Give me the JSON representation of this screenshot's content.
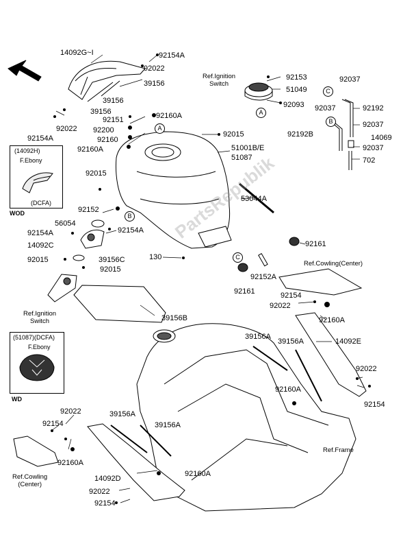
{
  "diagram": {
    "labels": {
      "l14092GI": "14092G~I",
      "l92154A_top": "92154A",
      "l92022_top": "92022",
      "l39156_a": "39156",
      "l39156_b": "39156",
      "l39156_c": "39156",
      "l92151": "92151",
      "l92200": "92200",
      "l92160_mid": "92160",
      "l92160A_mid": "92160A",
      "l92160A_top": "92160A",
      "l92022_left": "92022",
      "l92154A_left": "92154A",
      "l92015_a": "92015",
      "l92015_b": "92015",
      "l92015_c": "92015",
      "l92015_d": "92015",
      "l51001": "51001B/E",
      "l51087": "51087",
      "l92153": "92153",
      "l51049": "51049",
      "l92093": "92093",
      "l92037_a": "92037",
      "l92037_b": "92037",
      "l92037_c": "92037",
      "l92037_d": "92037",
      "l92192": "92192",
      "l92192B": "92192B",
      "l14069": "14069",
      "l702": "702",
      "l53044A": "53044A",
      "l92152": "92152",
      "l56054": "56054",
      "l92154A_mid": "92154A",
      "l92154A_l2": "92154A",
      "l14092C": "14092C",
      "l39156C": "39156C",
      "l130": "130",
      "l92161_a": "92161",
      "l92161_b": "92161",
      "l92152A": "92152A",
      "l39156B": "39156B",
      "l92154_r": "92154",
      "l92022_r": "92022",
      "l92160A_r": "92160A",
      "l39156A_a": "39156A",
      "l39156A_b": "39156A",
      "l14092E": "14092E",
      "l92022_r2": "92022",
      "l92154_r2": "92154",
      "l92160A_r2": "92160A",
      "l39156A_c": "39156A",
      "l39156A_d": "39156A",
      "l92022_bl": "92022",
      "l92154_bl": "92154",
      "l92160A_bl": "92160A",
      "l14092D": "14092D",
      "l92160A_b": "92160A",
      "l92022_b": "92022",
      "l92154_b": "92154"
    },
    "refs": {
      "ignition_top": "Ref.Ignition\nSwitch",
      "ignition_left": "Ref.Ignition\nSwitch",
      "cowling_right": "Ref.Cowling(Center)",
      "cowling_left": "Ref.Cowling\n(Center)",
      "frame": "Ref.Frame"
    },
    "callouts": {
      "A": "A",
      "B": "B",
      "C": "C"
    },
    "inset_wod": {
      "code": "(14092H)",
      "color": "F.Ebony",
      "variant": "(DCFA)",
      "caption": "WOD"
    },
    "inset_wd": {
      "code": "(51087)(DCFA)",
      "color": "F.Ebony",
      "caption": "WD"
    },
    "watermark": "PartsRepublik"
  }
}
